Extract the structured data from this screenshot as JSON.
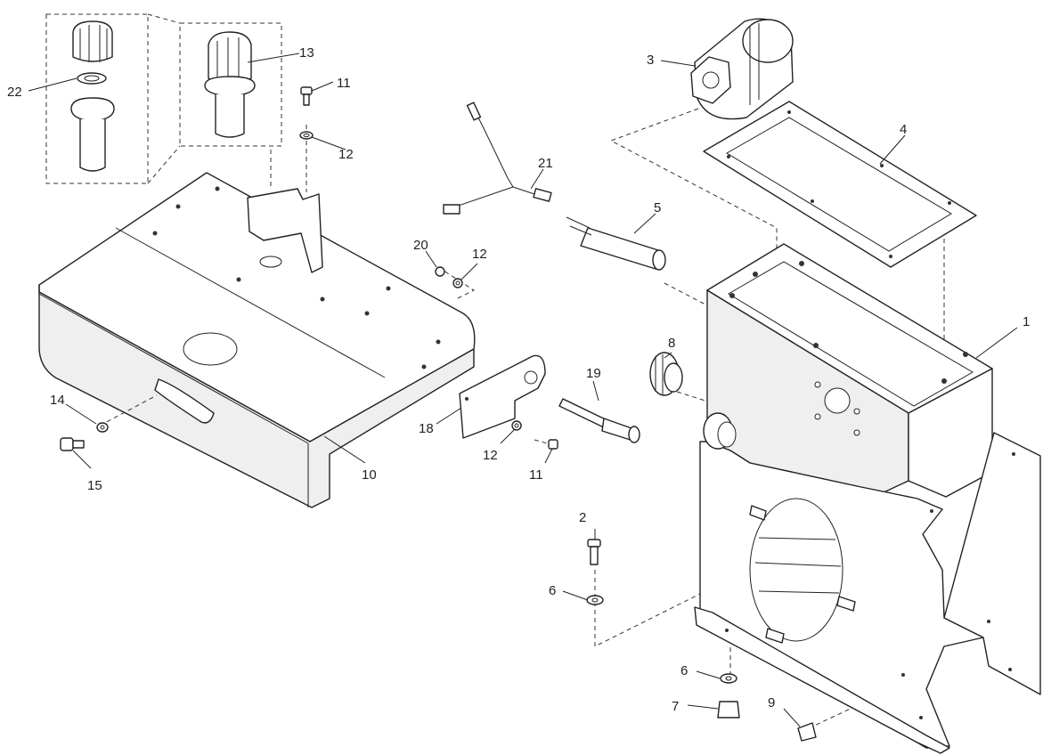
{
  "diagram": {
    "callouts": [
      {
        "id": "c1",
        "label": "1"
      },
      {
        "id": "c2",
        "label": "2"
      },
      {
        "id": "c3",
        "label": "3"
      },
      {
        "id": "c4",
        "label": "4"
      },
      {
        "id": "c5",
        "label": "5"
      },
      {
        "id": "c6a",
        "label": "6"
      },
      {
        "id": "c6b",
        "label": "6"
      },
      {
        "id": "c7",
        "label": "7"
      },
      {
        "id": "c8",
        "label": "8"
      },
      {
        "id": "c9",
        "label": "9"
      },
      {
        "id": "c10",
        "label": "10"
      },
      {
        "id": "c11a",
        "label": "11"
      },
      {
        "id": "c11b",
        "label": "11"
      },
      {
        "id": "c12a",
        "label": "12"
      },
      {
        "id": "c12b",
        "label": "12"
      },
      {
        "id": "c12c",
        "label": "12"
      },
      {
        "id": "c13",
        "label": "13"
      },
      {
        "id": "c14",
        "label": "14"
      },
      {
        "id": "c15",
        "label": "15"
      },
      {
        "id": "c18",
        "label": "18"
      },
      {
        "id": "c19",
        "label": "19"
      },
      {
        "id": "c20",
        "label": "20"
      },
      {
        "id": "c21",
        "label": "21"
      },
      {
        "id": "c22",
        "label": "22"
      }
    ]
  }
}
